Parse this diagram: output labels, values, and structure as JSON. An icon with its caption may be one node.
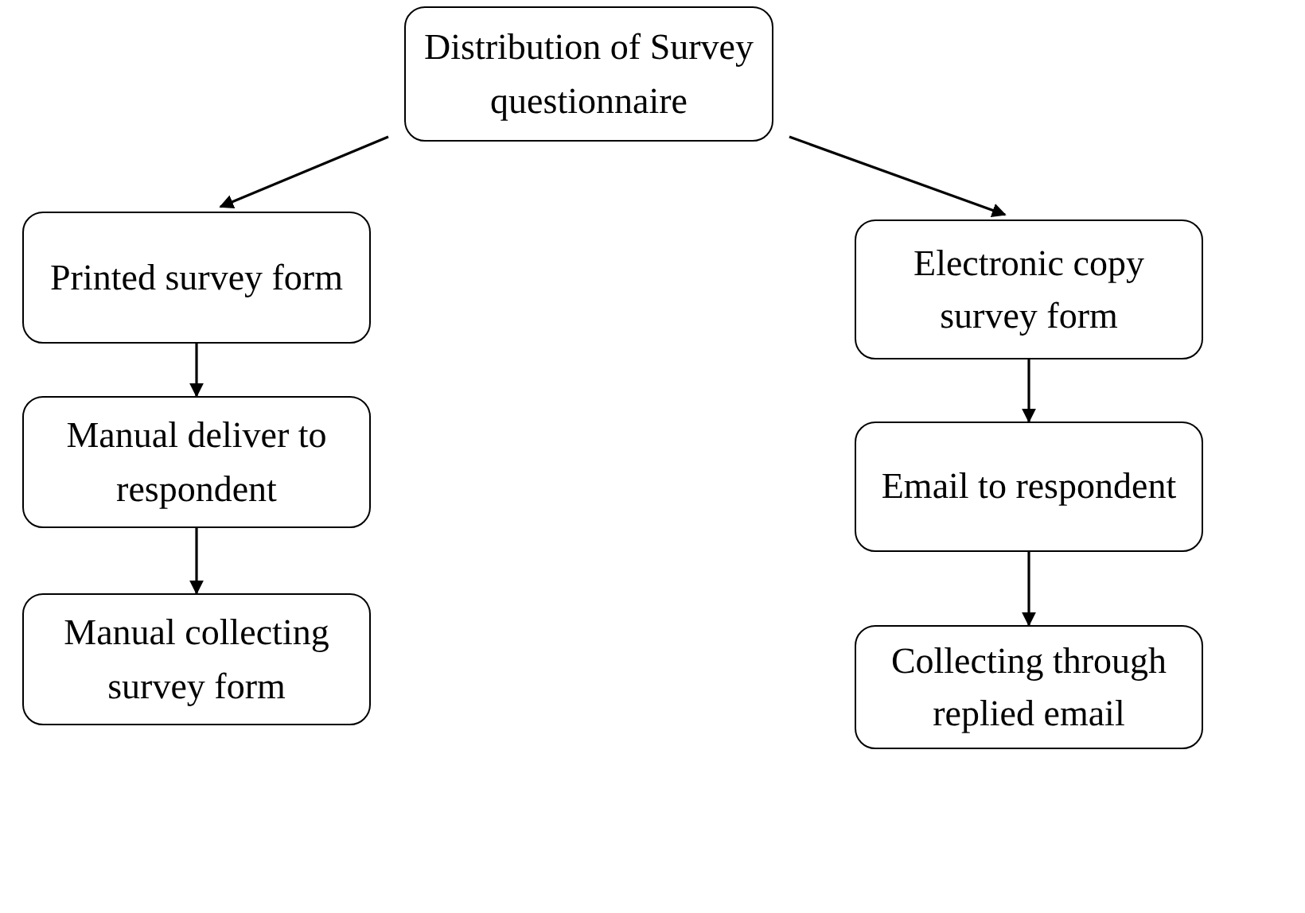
{
  "diagram": {
    "nodes": [
      {
        "text": [
          "Distribution of Survey questionnaire"
        ]
      },
      {
        "text": [
          "Printed survey form"
        ]
      },
      {
        "text": [
          "Manual deliver to respondent"
        ]
      },
      {
        "text": [
          "Manual collecting survey form"
        ]
      },
      {
        "text": [
          "Electronic copy survey form"
        ]
      },
      {
        "text": [
          "Email to respondent"
        ]
      },
      {
        "text": [
          "Collecting through replied email"
        ]
      }
    ],
    "edges": [
      {
        "from": 0,
        "to": 1,
        "arrow": "to"
      },
      {
        "from": 0,
        "to": 4,
        "arrow": "to"
      },
      {
        "from": 1,
        "to": 2,
        "arrow": "to"
      },
      {
        "from": 2,
        "to": 3,
        "arrow": "to"
      },
      {
        "from": 4,
        "to": 5,
        "arrow": "to"
      },
      {
        "from": 5,
        "to": 6,
        "arrow": "to"
      }
    ]
  }
}
